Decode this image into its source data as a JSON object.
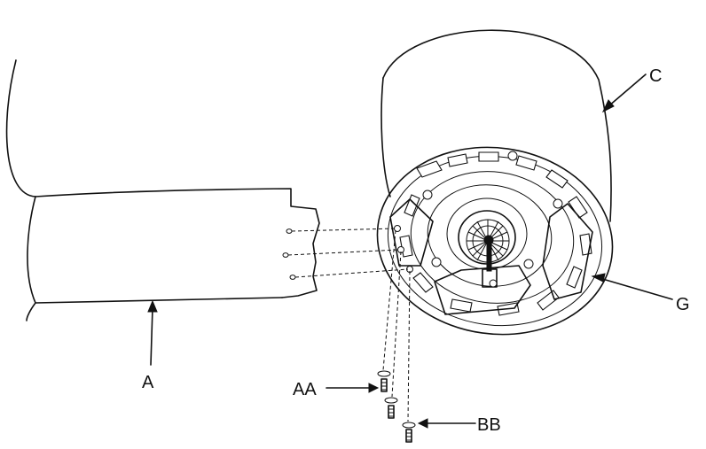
{
  "labels": {
    "blade": "A",
    "motor_housing": "C",
    "blade_holder": "G",
    "screw_washer": "AA",
    "screw_set": "BB"
  },
  "colors": {
    "line": "#111111",
    "background": "#ffffff"
  }
}
